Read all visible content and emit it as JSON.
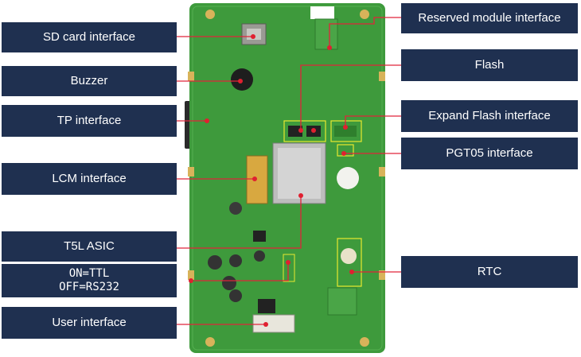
{
  "labels": {
    "sd_card": "SD card interface",
    "buzzer": "Buzzer",
    "tp": "TP interface",
    "lcm": "LCM interface",
    "t5l": "T5L ASIC",
    "on_ttl": "ON=TTL",
    "off_rs232": "OFF=RS232",
    "user": "User interface",
    "reserved": "Reserved module interface",
    "flash": "Flash",
    "expand_flash": "Expand Flash interface",
    "pgt05": "PGT05 interface",
    "rtc": "RTC"
  },
  "colors": {
    "label_bg": "#1f3050",
    "pcb_green": "#3e9a3c",
    "leader_line": "#e0243a",
    "marker_dot": "#e02030",
    "highlight_box": "#e8e830"
  }
}
